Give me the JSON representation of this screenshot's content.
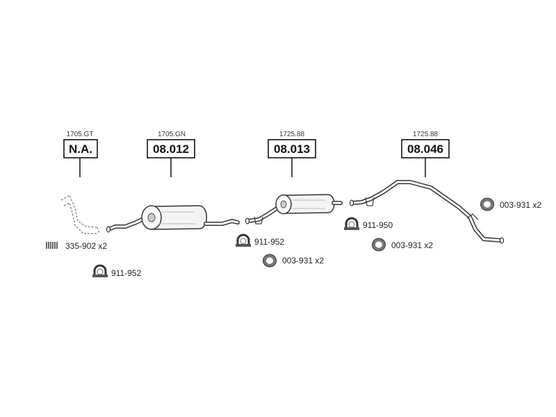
{
  "groups": [
    {
      "ref": "1705.GT",
      "code": "N.A."
    },
    {
      "ref": "1705.GN",
      "code": "08.012"
    },
    {
      "ref": "1725.88",
      "code": "08.013"
    },
    {
      "ref": "1725.88",
      "code": "08.046"
    }
  ],
  "parts": {
    "spring_335902": "335-902 x2",
    "clamp_911952_a": "911-952",
    "clamp_911952_b": "911-952",
    "ring_003931_a": "003-931 x2",
    "clamp_911950": "911-950",
    "ring_003931_b": "003-931 x2",
    "ring_003931_c": "003-931 x2"
  },
  "icons": {
    "clamp": "u-bolt-clamp-icon",
    "ring": "gasket-ring-icon",
    "spring": "spring-icon"
  }
}
